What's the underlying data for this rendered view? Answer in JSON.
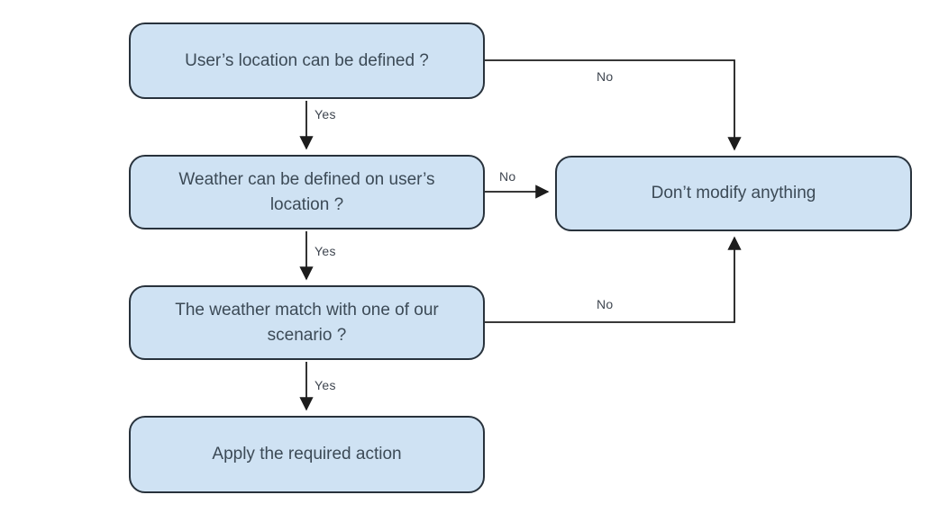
{
  "diagram": {
    "type": "flowchart",
    "colors": {
      "background": "#ffffff",
      "node_fill": "#cfe2f3",
      "node_border": "#28323c",
      "node_text": "#3c4a56",
      "line": "#1c1c1c",
      "label_text": "#3f4650"
    },
    "nodes": [
      {
        "id": "q1",
        "label": "User’s location can be defined ?"
      },
      {
        "id": "q2",
        "label": "Weather can be defined on user’s location ?"
      },
      {
        "id": "q3",
        "label": "The weather match with one of our scenario ?"
      },
      {
        "id": "apply",
        "label": "Apply the required action"
      },
      {
        "id": "dont",
        "label": "Don’t modify anything"
      }
    ],
    "edges": [
      {
        "from": "q1",
        "to": "q2",
        "label": "Yes"
      },
      {
        "from": "q2",
        "to": "q3",
        "label": "Yes"
      },
      {
        "from": "q3",
        "to": "apply",
        "label": "Yes"
      },
      {
        "from": "q1",
        "to": "dont",
        "label": "No"
      },
      {
        "from": "q2",
        "to": "dont",
        "label": "No"
      },
      {
        "from": "q3",
        "to": "dont",
        "label": "No"
      }
    ]
  }
}
